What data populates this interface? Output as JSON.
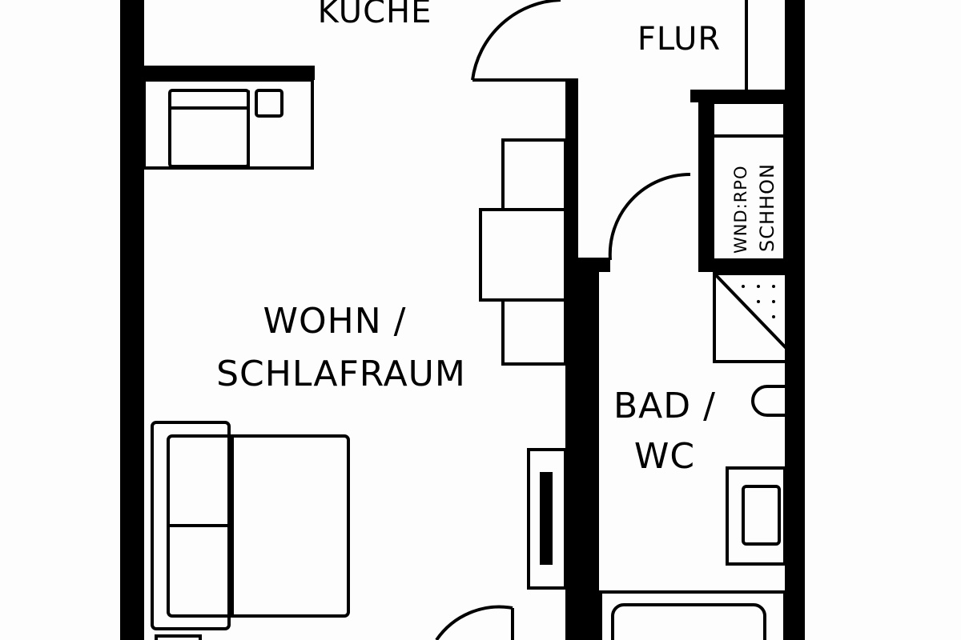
{
  "rooms": {
    "kitchen": "KÜCHE",
    "hall": "FLUR",
    "living_line1": "WOHN /",
    "living_line2": "SCHLAFRAUM",
    "bath_line1": "BAD /",
    "bath_line2": "WC",
    "wardrobe_line1": "WND:RPO",
    "wardrobe_line2": "SCHHON"
  },
  "colors": {
    "wall": "#000000",
    "background": "#fdfdfd"
  }
}
